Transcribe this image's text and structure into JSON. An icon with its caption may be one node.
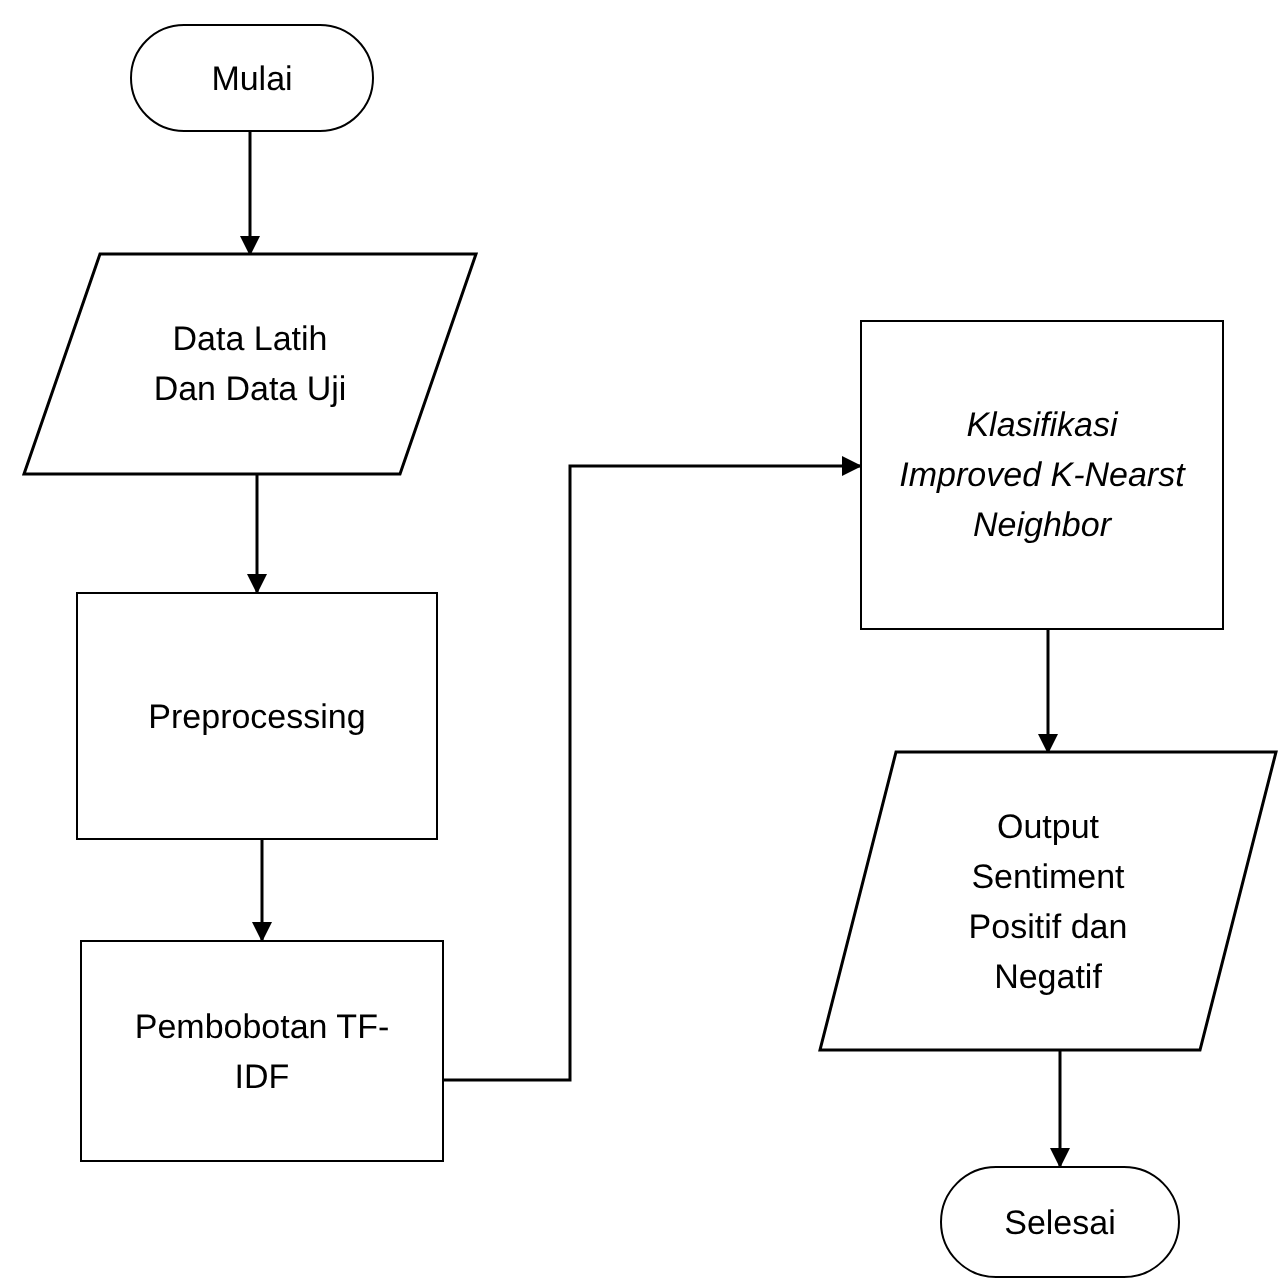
{
  "diagram": {
    "nodes": [
      {
        "text": [
          "Mulai"
        ]
      },
      {
        "text": [
          "Data Latih Dan Data Uji"
        ]
      },
      {
        "text": [
          "Preprocessing"
        ]
      },
      {
        "text": [
          "Pembobotan TF-IDF"
        ]
      },
      {
        "text": [
          "Klasifikasi Improved K-Nearst Neighbor"
        ]
      },
      {
        "text": [
          "Output Sentiment Positif dan Negatif"
        ]
      },
      {
        "text": [
          "Selesai"
        ]
      }
    ],
    "edges": [
      {
        "from": 0,
        "to": 1,
        "arrow": "to"
      },
      {
        "from": 1,
        "to": 2,
        "arrow": "to"
      },
      {
        "from": 2,
        "to": 3,
        "arrow": "to"
      },
      {
        "from": 3,
        "to": 4,
        "arrow": "to"
      },
      {
        "from": 4,
        "to": 5,
        "arrow": "to"
      },
      {
        "from": 5,
        "to": 6,
        "arrow": "to"
      }
    ]
  }
}
